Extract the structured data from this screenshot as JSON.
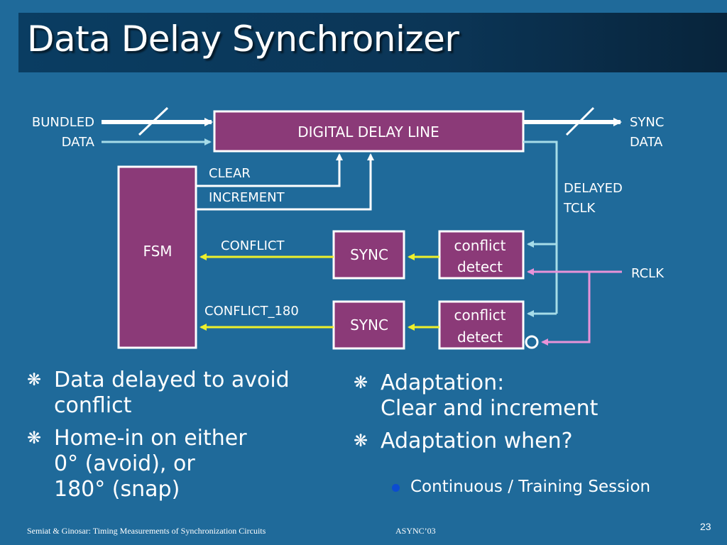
{
  "title": "Data Delay Synchronizer",
  "diagram": {
    "inputs": {
      "bundled": "BUNDLED",
      "data": "DATA"
    },
    "outputs": {
      "sync": "SYNC",
      "data": "DATA"
    },
    "delay_line": "DIGITAL DELAY LINE",
    "fsm": "FSM",
    "signals": {
      "clear": "CLEAR",
      "increment": "INCREMENT",
      "conflict": "CONFLICT",
      "conflict_180": "CONFLICT_180",
      "delayed": "DELAYED",
      "tclk": "TCLK",
      "rclk": "RCLK"
    },
    "sync_top": "SYNC",
    "sync_bottom": "SYNC",
    "detect_top": {
      "line1": "conflict",
      "line2": "detect"
    },
    "detect_bottom": {
      "line1": "conflict",
      "line2": "detect"
    },
    "colors": {
      "box_fill": "#8b3a78",
      "box_border": "#ffffff",
      "data_wire": "#a6dce8",
      "conflict_wire": "#eef02a",
      "rclk_wire": "#e893d8"
    }
  },
  "bullets_left": [
    {
      "line1": "Data delayed to avoid",
      "line2": "conflict"
    },
    {
      "line1": "Home-in on either",
      "line2": "0° (avoid), or",
      "line3": "180° (snap)"
    }
  ],
  "bullets_right": [
    {
      "line1": "Adaptation:",
      "line2": "Clear and increment"
    },
    {
      "line1": "Adaptation when?"
    }
  ],
  "sub_bullet": "Continuous / Training Session",
  "footer": {
    "left": "Semiat & Ginosar: Timing Measurements of Synchronization Circuits",
    "mid": "ASYNC’03",
    "page": "23"
  }
}
